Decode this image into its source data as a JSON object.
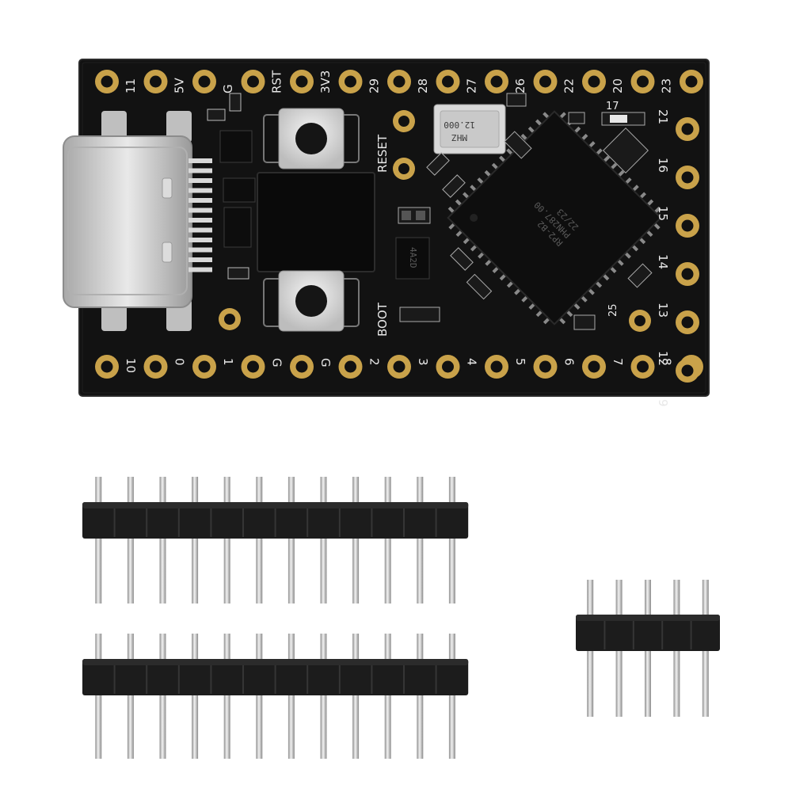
{
  "board": {
    "top_pin_labels": [
      "11",
      "5V",
      "G",
      "RST",
      "3V3",
      "29",
      "28",
      "27",
      "26",
      "22",
      "20",
      "23"
    ],
    "bottom_pin_labels": [
      "10",
      "0",
      "1",
      "G",
      "G",
      "2",
      "3",
      "4",
      "5",
      "6",
      "7",
      "8"
    ],
    "right_pin_labels": [
      "21",
      "16",
      "15",
      "14",
      "13",
      "12",
      "9"
    ],
    "inner_pin_labels": [
      "17",
      "25"
    ],
    "button_labels": {
      "reset": "RESET",
      "boot": "BOOT"
    },
    "crystal_text": [
      "12.000",
      "MHZ"
    ],
    "mcu_text": [
      "RP2-B2",
      "PHN287.00",
      "22/23"
    ],
    "regulator_text": "4A2D"
  },
  "headers": {
    "long_header_pin_count": 12,
    "short_header_pin_count": 5
  },
  "colors": {
    "pcb": "#121212",
    "pad_gold": "#c9a24a",
    "pin_metal": "#c8c8c8",
    "plastic": "#1c1c1c",
    "silkscreen": "#e8e8e8"
  }
}
